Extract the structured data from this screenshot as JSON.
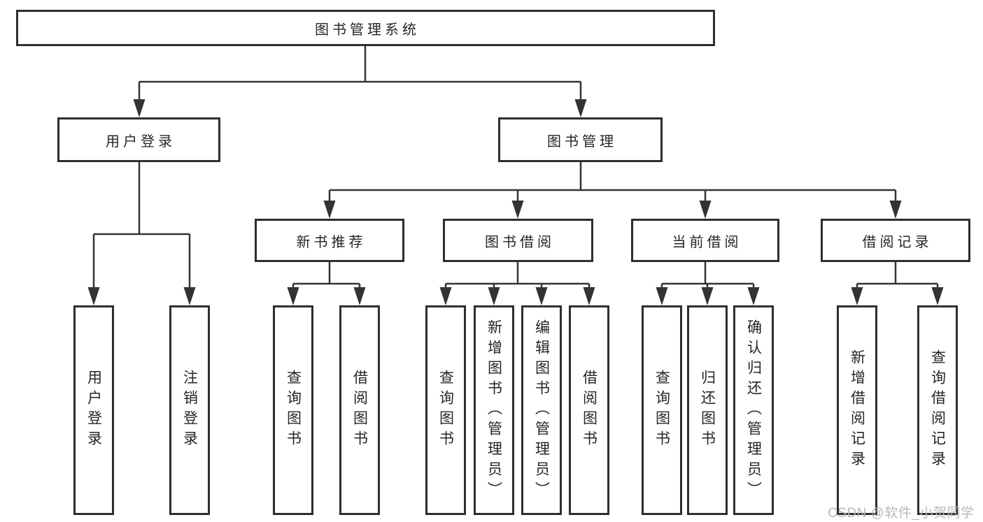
{
  "nodes": {
    "root": "图书管理系统",
    "level2": [
      "用户登录",
      "图书管理"
    ],
    "level3": [
      "新书推荐",
      "图书借阅",
      "当前借阅",
      "借阅记录"
    ],
    "leaves": [
      "用户登录",
      "注销登录",
      "查询图书",
      "借阅图书",
      "查询图书",
      "新增图书（管理员）",
      "编辑图书（管理员）",
      "借阅图书",
      "查询图书",
      "归还图书",
      "确认归还（管理员）",
      "新增借阅记录",
      "查询借阅记录"
    ]
  },
  "watermark": "CSDN @软件_小贺同学",
  "colors": {
    "line": "#333333",
    "box_border": "#2e2e2e",
    "text": "#262626",
    "watermark": "#b9b9be",
    "background": "#ffffff"
  }
}
